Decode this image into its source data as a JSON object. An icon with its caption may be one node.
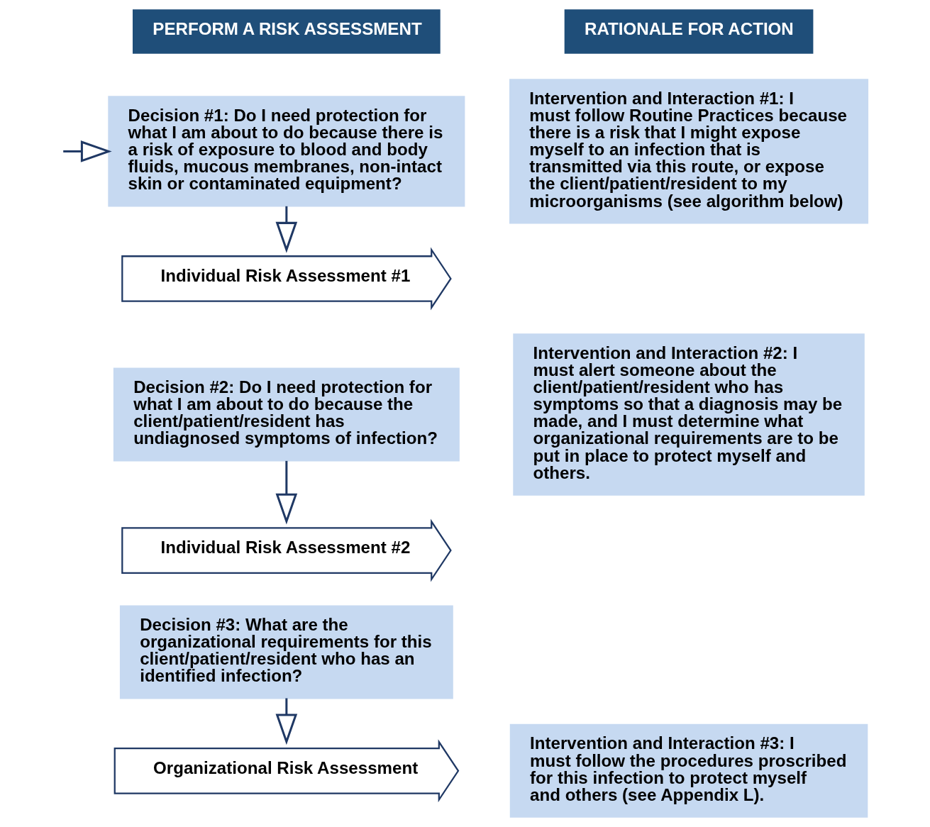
{
  "diagram": {
    "nodes": [
      {
        "text": [
          "PERFORM A RISK ASSESSMENT"
        ]
      },
      {
        "text": [
          "RATIONALE FOR ACTION"
        ]
      },
      {
        "text": [
          "Decision #1: Do I need protection for what I am about to do because there is a risk of exposure to blood and body fluids, mucous membranes, non-intact skin or contaminated equipment?"
        ]
      },
      {
        "text": [
          "Intervention and Interaction #1: I must follow Routine Practices because there is a risk that I might expose myself to an infection that is transmitted via this route, or expose the client/patient/resident to my microorganisms (see algorithm below)"
        ]
      },
      {
        "text": [
          "Individual Risk Assessment #1"
        ]
      },
      {
        "text": [
          "Decision #2: Do I need protection for what I am about to do because the client/patient/resident has undiagnosed symptoms of infection?"
        ]
      },
      {
        "text": [
          "Intervention and Interaction #2: I must alert someone about the client/patient/resident who has symptoms so that a diagnosis may be made, and I must determine what organizational requirements are to be put in place to protect myself and others."
        ]
      },
      {
        "text": [
          "Individual Risk Assessment #2"
        ]
      },
      {
        "text": [
          "Decision #3: What are the organizational requirements for this client/patient/resident who has an identified infection?"
        ]
      },
      {
        "text": [
          "Organizational Risk Assessment"
        ]
      },
      {
        "text": [
          "Intervention and Interaction #3: I must follow the procedures proscribed for this infection to protect myself and others (see Appendix L)."
        ]
      }
    ],
    "edges": [
      {
        "from": null,
        "to": 2,
        "arrow": "to"
      },
      {
        "from": 2,
        "to": 4,
        "arrow": "to"
      },
      {
        "from": 5,
        "to": 7,
        "arrow": "to"
      },
      {
        "from": 8,
        "to": 9,
        "arrow": "to"
      }
    ]
  }
}
